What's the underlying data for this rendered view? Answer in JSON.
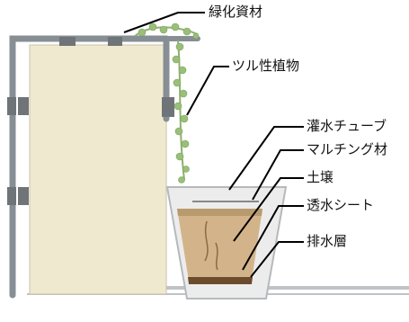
{
  "labels": {
    "greening_material": "緑化資材",
    "ivy_plant": "ツル性植物",
    "irrigation_tube": "灌水チューブ",
    "mulching_material": "マルチング材",
    "soil": "土壌",
    "permeable_sheet": "透水シート",
    "drainage_layer": "排水層"
  },
  "colors": {
    "wall": "#efe9cf",
    "pipe": "#878f94",
    "soil": "#d3b48a",
    "mulch": "#a97d4f",
    "drain": "#6b4b2c",
    "planter": "#ececec",
    "leaf": "#9abf7a"
  }
}
